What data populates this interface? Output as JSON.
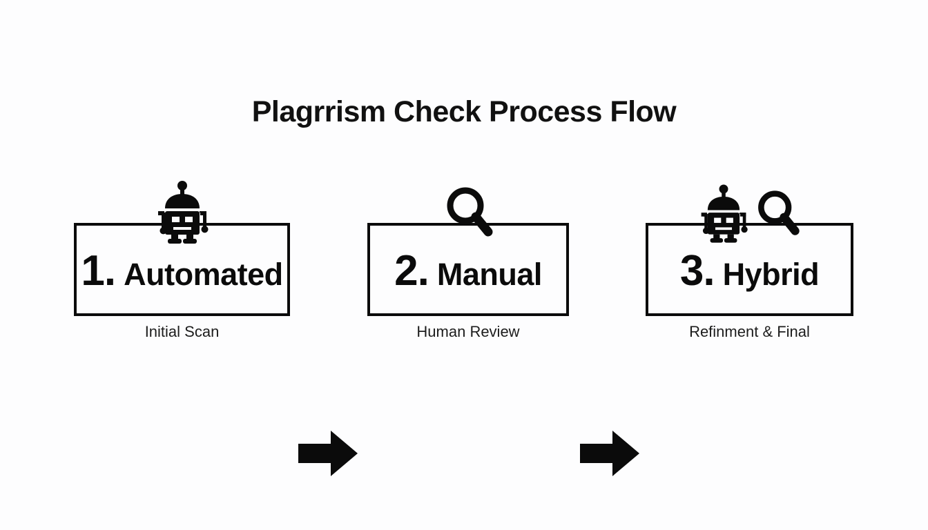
{
  "title": "Plagrrism Check Process Flow",
  "theme": {
    "background": "#fdfdfe",
    "ink": "#0b0b0b",
    "caption_ink": "#1c1c1c"
  },
  "diagram": {
    "type": "process-flow",
    "orientation": "horizontal",
    "steps": [
      {
        "number": "1.",
        "name": "Automated",
        "caption": "Initial Scan",
        "icons": [
          "robot-icon"
        ]
      },
      {
        "number": "2.",
        "name": "Manual",
        "caption": "Human Review",
        "icons": [
          "magnifier-icon"
        ]
      },
      {
        "number": "3.",
        "name": "Hybrid",
        "caption": "Refinment & Final",
        "icons": [
          "robot-icon",
          "magnifier-icon"
        ]
      }
    ],
    "connectors": [
      {
        "from": "1",
        "to": "2",
        "icon": "arrow-right-icon"
      },
      {
        "from": "2",
        "to": "3",
        "icon": "arrow-right-icon"
      }
    ]
  }
}
